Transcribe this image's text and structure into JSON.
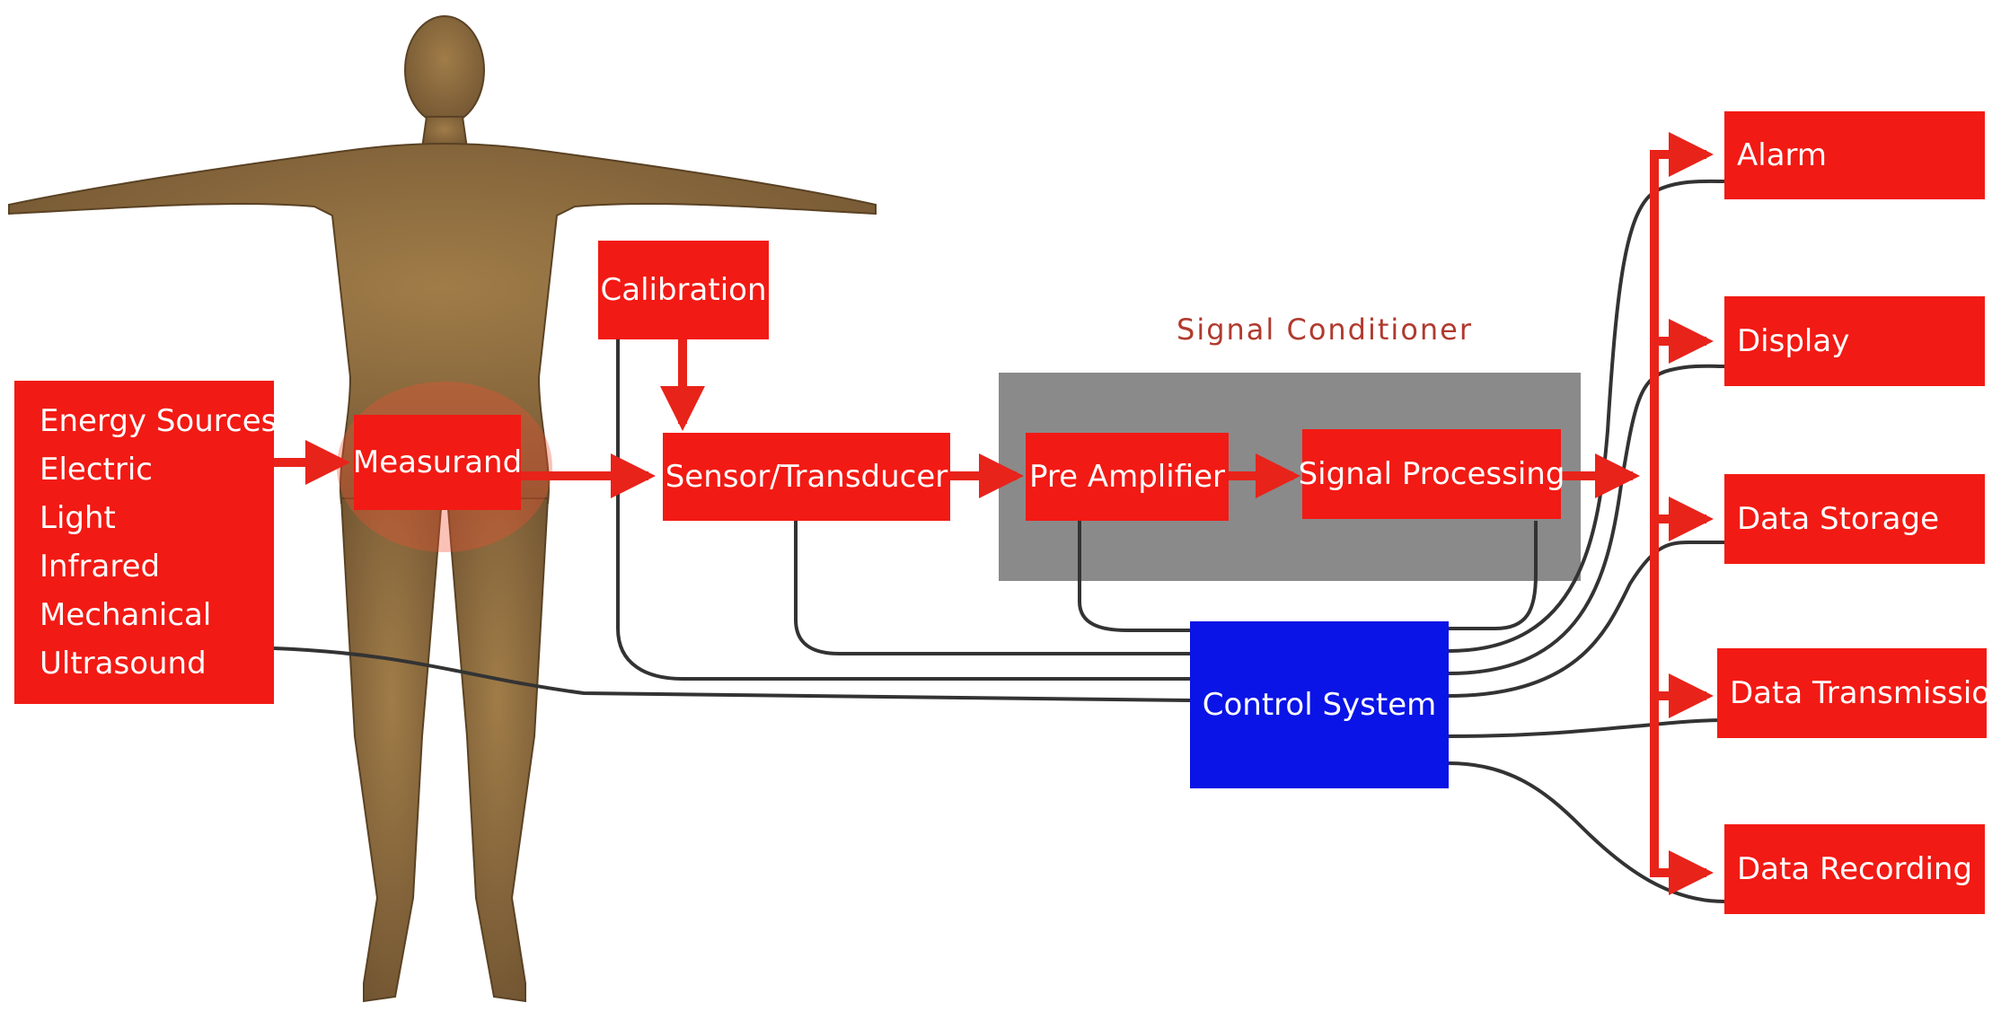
{
  "colors": {
    "block": "#f21a14",
    "control": "#0a14e6",
    "conditioner": "#8a8a8a",
    "label": "#b03a2e",
    "wire": "#333333",
    "skin": "#8a6a3c"
  },
  "figure": {
    "icon": "human-body-icon"
  },
  "energy_sources": {
    "lines": [
      "Energy Sources",
      "Electric",
      "Light",
      "Infrared",
      "Mechanical",
      "Ultrasound"
    ]
  },
  "measurand": "Measurand",
  "calibration": "Calibration",
  "sensor": "Sensor/Transducer",
  "signal_conditioner": {
    "title": "Signal  Conditioner",
    "pre_amplifier": "Pre Amplifier",
    "signal_processing": "Signal Processing"
  },
  "control_system": "Control System",
  "outputs": [
    "Alarm",
    "Display",
    "Data Storage",
    "Data Transmission",
    "Data Recording"
  ]
}
